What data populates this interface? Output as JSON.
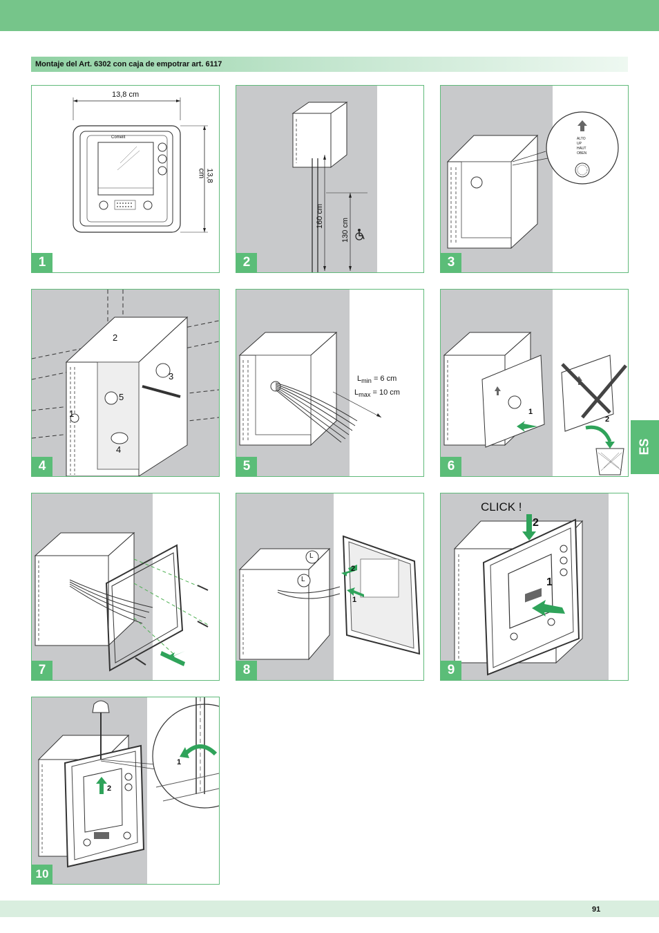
{
  "section_title": "Montaje del Art. 6302 con caja de empotrar art. 6117",
  "language_tab": "ES",
  "page_number": "91",
  "steps": [
    {
      "n": "1",
      "width_label": "13,8 cm",
      "height_label": "13,8 cm",
      "brand": "Comelit"
    },
    {
      "n": "2",
      "height_1": "160 cm",
      "height_2": "130 cm",
      "icon": "wheelchair-icon"
    },
    {
      "n": "3",
      "marks": [
        "ALTO",
        "UP",
        "HAUT",
        "OBEN"
      ]
    },
    {
      "n": "4",
      "callouts": [
        "1",
        "2",
        "3",
        "4",
        "5"
      ]
    },
    {
      "n": "5",
      "lmin_label": "L",
      "lmin_sub": "min",
      "lmin_value": "= 6 cm",
      "lmax_label": "L",
      "lmax_sub": "max",
      "lmax_value": "= 10 cm"
    },
    {
      "n": "6",
      "callouts": [
        "1",
        "2"
      ]
    },
    {
      "n": "7"
    },
    {
      "n": "8",
      "callouts": [
        "L",
        "L",
        "2",
        "1"
      ]
    },
    {
      "n": "9",
      "click_label": "CLICK !",
      "callouts": [
        "2",
        "1"
      ]
    },
    {
      "n": "10",
      "callouts": [
        "1",
        "2"
      ]
    }
  ],
  "colors": {
    "accent": "#5bbd78",
    "header": "#76c58a",
    "gray": "#c8c9cb",
    "arrow": "#2fa35a"
  }
}
